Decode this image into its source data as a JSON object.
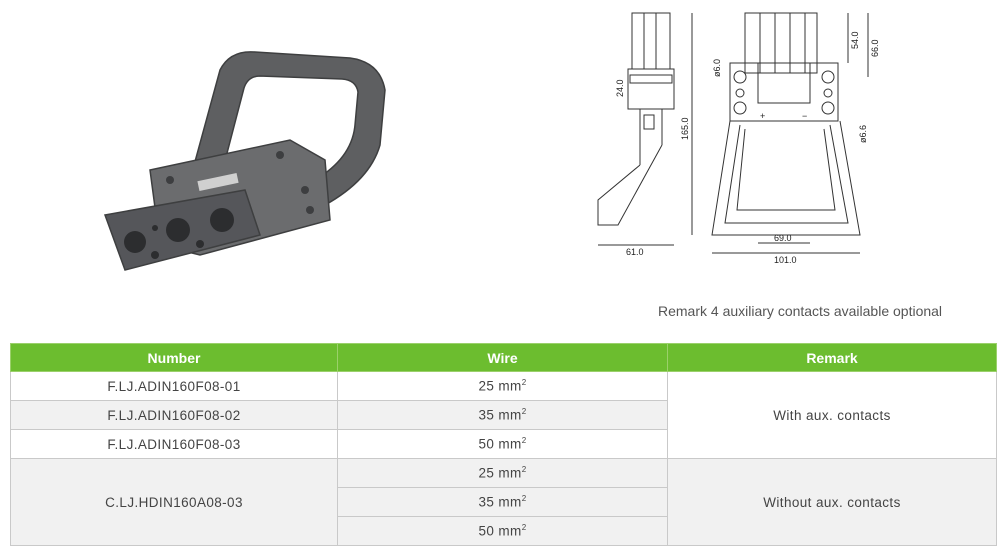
{
  "drawing": {
    "dims": {
      "d1": "24.0",
      "d2": "165.0",
      "d3": "61.0",
      "d4": "ø6.0",
      "d5": "54.0",
      "d6": "66.0",
      "d7": "ø6.6",
      "d8": "69.0",
      "d9": "101.0"
    },
    "plus": "+",
    "minus": "−"
  },
  "remark_note": "Remark 4 auxiliary contacts available optional",
  "table": {
    "headers": {
      "number": "Number",
      "wire": "Wire",
      "remark": "Remark"
    },
    "numbers": [
      "F.LJ.ADIN160F08-01",
      "F.LJ.ADIN160F08-02",
      "F.LJ.ADIN160F08-03",
      "C.LJ.HDIN160A08-03"
    ],
    "wires": [
      "25 mm",
      "35 mm",
      "50 mm",
      "25 mm",
      "35 mm",
      "50 mm"
    ],
    "wire_sup": "2",
    "remarks": [
      "With aux. contacts",
      "Without aux. contacts"
    ]
  }
}
